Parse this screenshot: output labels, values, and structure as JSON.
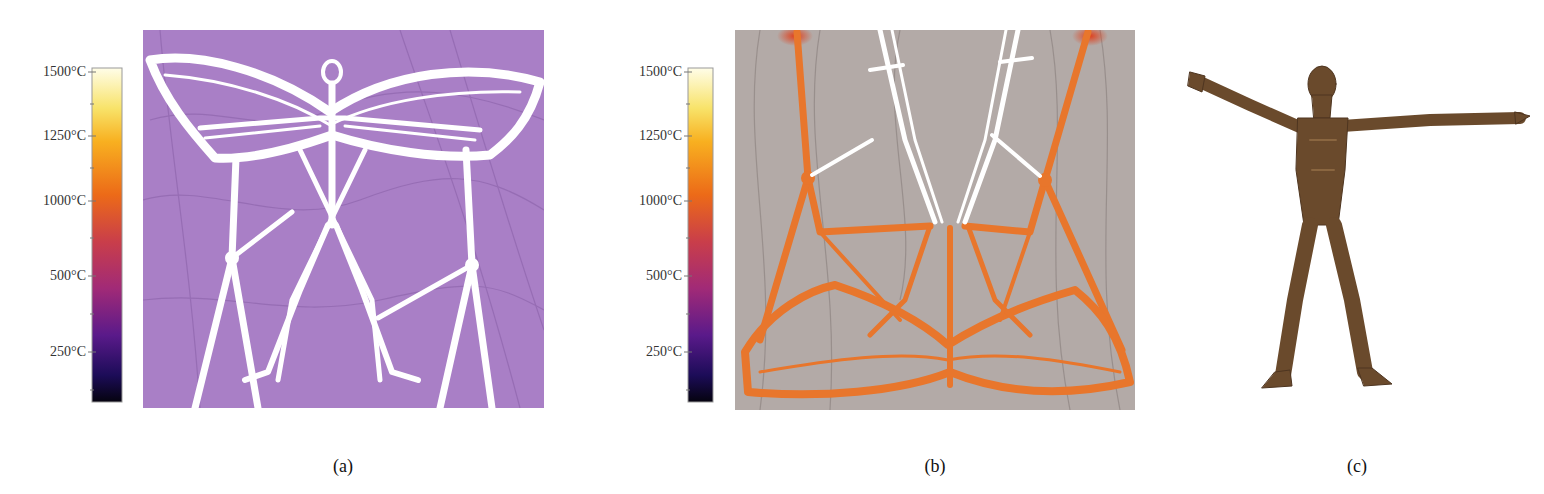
{
  "diagram": {
    "labels": [
      "1500°C",
      "1250°C",
      "1000°C",
      "500°C",
      "250°C",
      "1500°C",
      "1250°C",
      "1000°C",
      "500°C",
      "250°C",
      "(a)",
      "(b)",
      "(c)"
    ]
  }
}
